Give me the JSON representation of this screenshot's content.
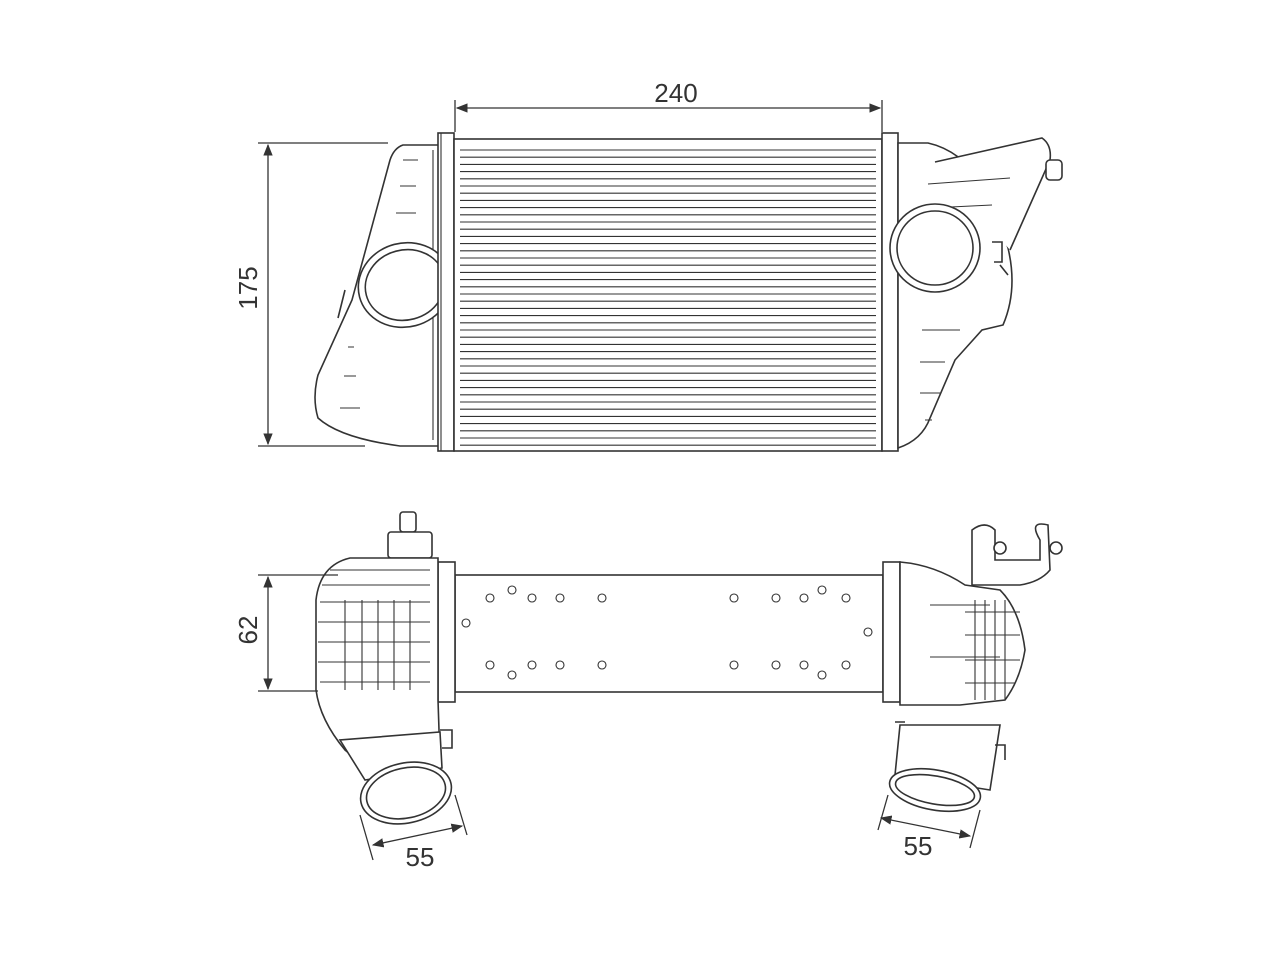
{
  "dimensions": {
    "width_label": "240",
    "height_label": "175",
    "depth_label": "62",
    "inlet_diameter_label": "55",
    "outlet_diameter_label": "55"
  },
  "colors": {
    "line": "#333333",
    "background": "#ffffff"
  }
}
